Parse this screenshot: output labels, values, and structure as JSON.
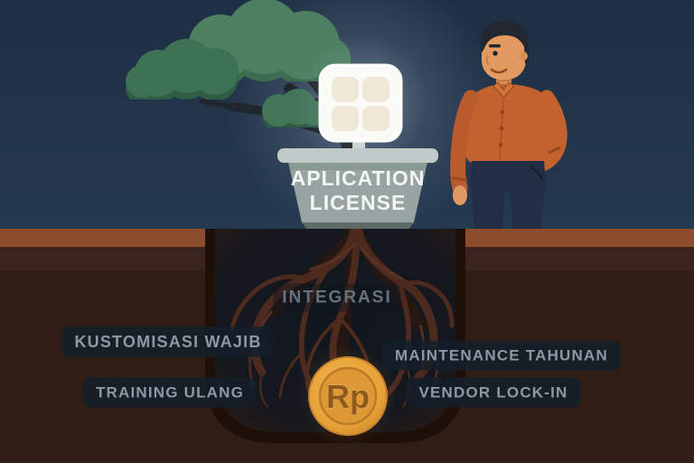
{
  "illustration": {
    "planter": {
      "label_line1": "APLICATION",
      "label_line2": "LICENSE"
    },
    "sign": {
      "icon": "app-grid-icon"
    },
    "coin": {
      "symbol": "Rp"
    },
    "root_labels": {
      "integrasi": "INTEGRASI",
      "kustomisasi_wajib": "KUSTOMISASI WAJIB",
      "maintenance_tahunan": "MAINTENANCE TAHUNAN",
      "training_ulang": "TRAINING ULANG",
      "vendor_lock_in": "VENDOR LOCK-IN"
    },
    "colors": {
      "sky": "#22344a",
      "soil_top_band": "#8d4d2c",
      "soil_mid": "#3b241d",
      "soil_deep": "#2f1d16",
      "root_chamber": "#12171e",
      "root_brown": "#4e2a1f",
      "coin_gold": "#e9a73e",
      "canopy_green": "#4c8060",
      "planter_gray": "#97a4a1",
      "shirt_orange": "#c2622f",
      "label_text": "#8d98a7"
    }
  }
}
